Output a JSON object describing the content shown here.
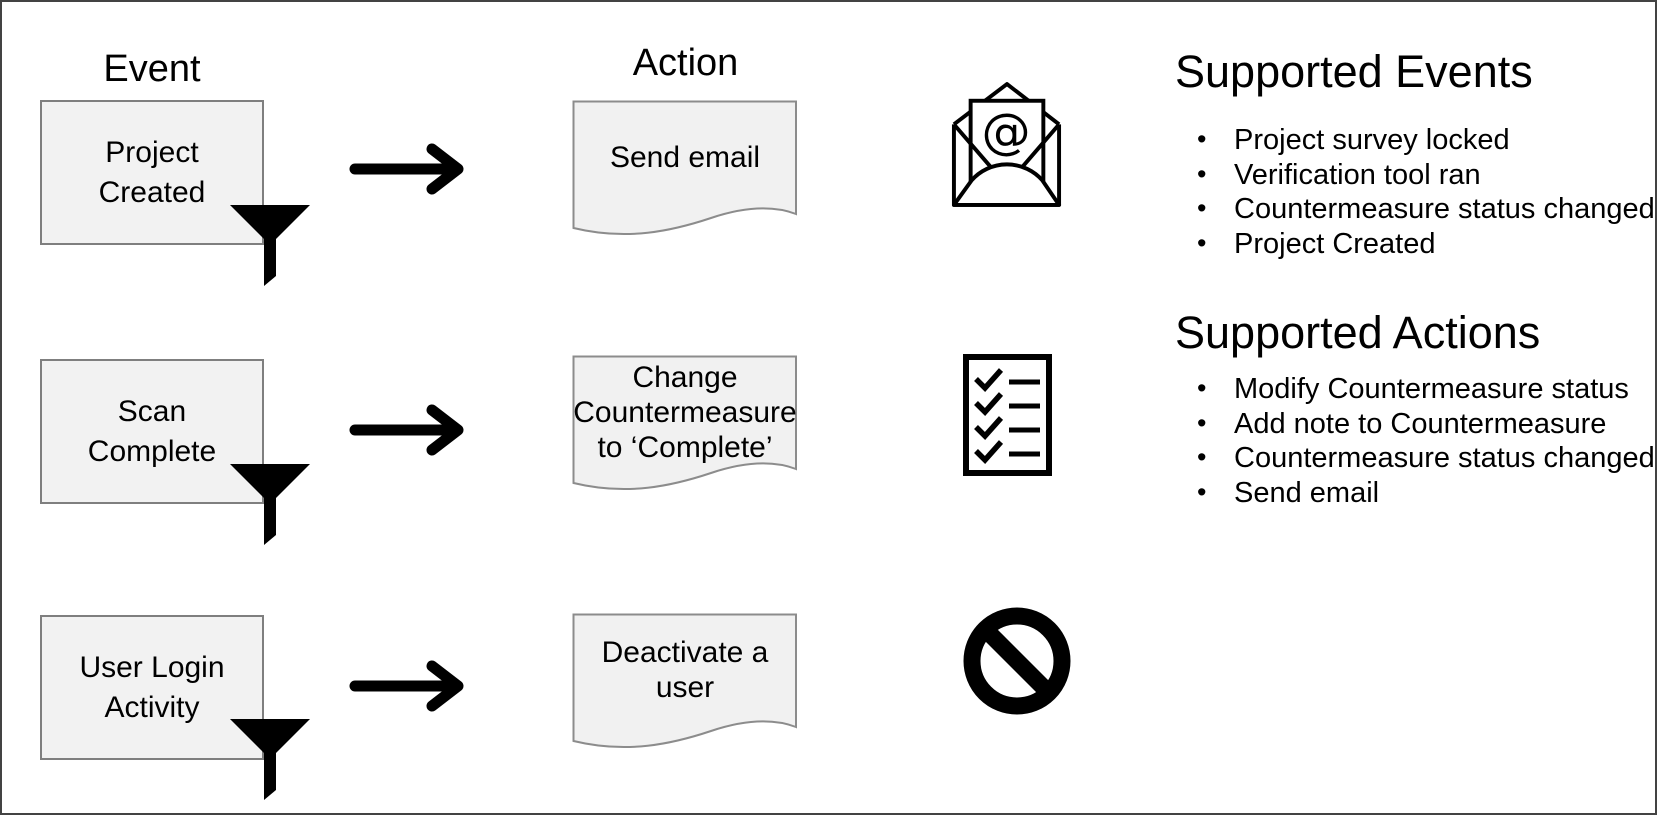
{
  "diagram": {
    "event_header": "Event",
    "action_header": "Action",
    "rows": [
      {
        "event_label": "Project\nCreated",
        "action_label": "Send email",
        "icon": "open-envelope-email-icon"
      },
      {
        "event_label": "Scan\nComplete",
        "action_label": "Change\nCountermeasure\nto ‘Complete’",
        "icon": "checklist-icon"
      },
      {
        "event_label": "User Login\nActivity",
        "action_label": "Deactivate a\nuser",
        "icon": "prohibition-icon"
      }
    ]
  },
  "right_panel": {
    "supported_events": {
      "title": "Supported Events",
      "items": [
        "Project survey locked",
        "Verification tool ran",
        "Countermeasure status changed",
        "Project Created"
      ]
    },
    "supported_actions": {
      "title": "Supported Actions",
      "items": [
        "Modify Countermeasure status",
        "Add note to Countermeasure",
        "Countermeasure status changed",
        "Send email"
      ]
    }
  },
  "colors": {
    "ink": "#000000",
    "box_fill": "#f2f2f2",
    "box_border": "#7f7f7f",
    "doc_border": "#8c8c8c",
    "canvas_border": "#434343"
  }
}
